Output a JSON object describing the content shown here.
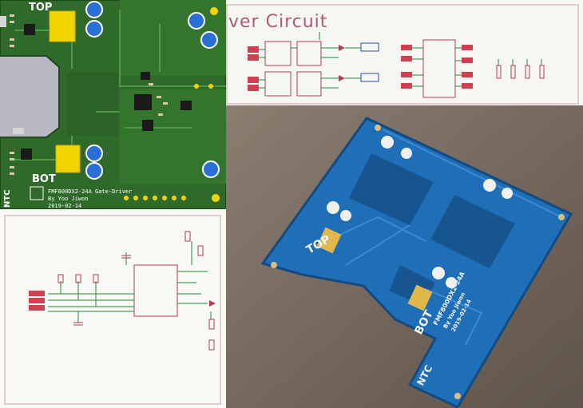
{
  "schematic_top": {
    "title": "ver Circuit"
  },
  "pcb_render": {
    "label_top": "TOP",
    "label_bot": "BOT",
    "label_ntc": "NTC",
    "board_name": "FMF800DX2-24A Gate-Driver",
    "author": "By Yoo Jiwon",
    "date": "2019-02-14"
  },
  "photo_board": {
    "label_top": "TOP",
    "label_bot": "BOT",
    "label_ntc": "NTC",
    "board_name": "FMF800DX2-24A",
    "author": "By Yoo Jiwon",
    "date": "2019-02-14"
  },
  "colors": {
    "render_board": "#2f6a2a",
    "photo_board": "#1f6fb8",
    "schematic_wire": "#1f8a3a",
    "schematic_part": "#b04050",
    "schematic_label": "#2f4fa0"
  }
}
